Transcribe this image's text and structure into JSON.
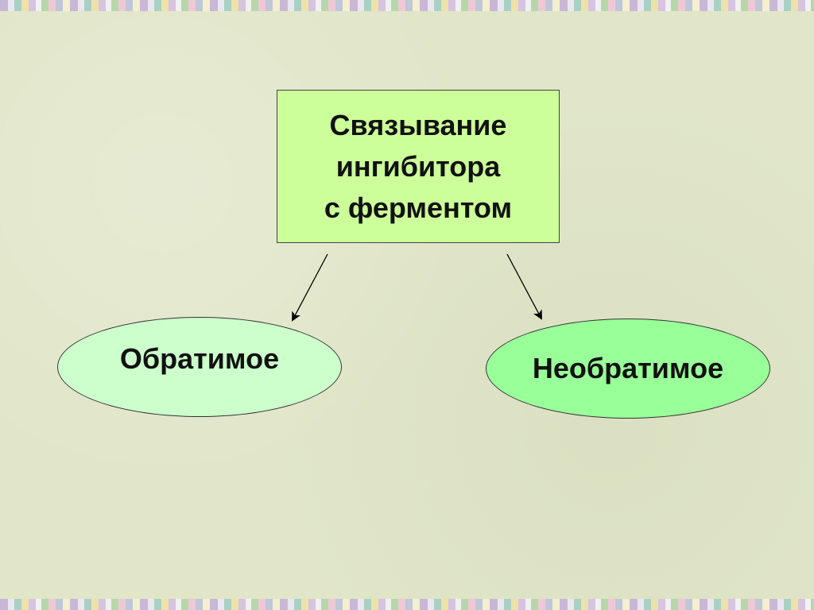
{
  "diagram": {
    "root": {
      "label": "Связывание\nингибитора\nс ферментом",
      "fill": "#ccff99"
    },
    "children": [
      {
        "label": "Обратимое",
        "fill": "#ccffcc"
      },
      {
        "label": "Необратимое",
        "fill": "#99ff99"
      }
    ],
    "edges": [
      {
        "from": "root",
        "to": "Обратимое"
      },
      {
        "from": "root",
        "to": "Необратимое"
      }
    ]
  },
  "colors": {
    "background": "#e1e6c9",
    "stroke": "#000000"
  }
}
